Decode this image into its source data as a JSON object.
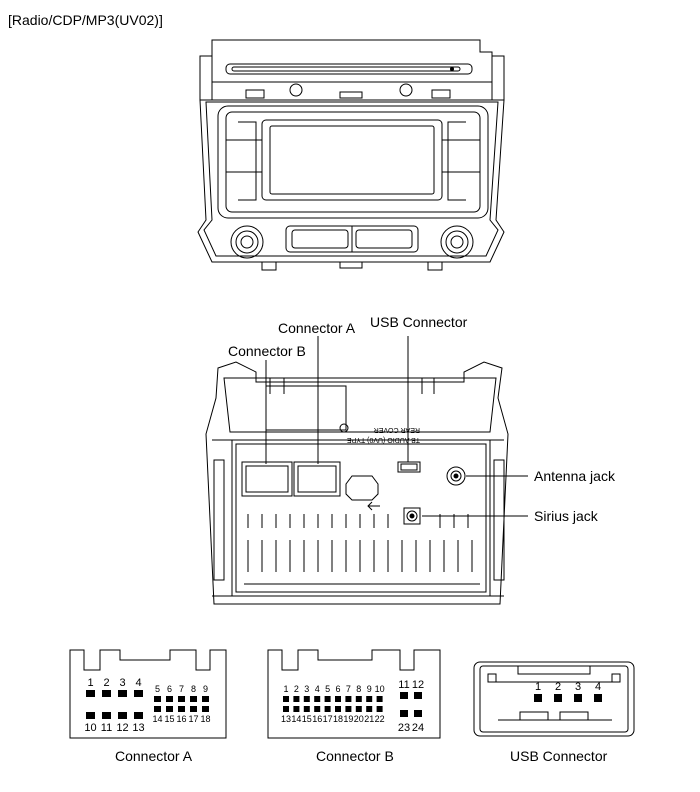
{
  "header": {
    "title": "[Radio/CDP/MP3(UV02)]"
  },
  "callouts": {
    "connector_a": "Connector A",
    "connector_b": "Connector B",
    "usb_connector": "USB Connector",
    "antenna_jack": "Antenna jack",
    "sirius_jack": "Sirius jack"
  },
  "back_cover_text": [
    "TB AUDIO (UV0) TYPE",
    "REAR COVER"
  ],
  "captions": {
    "connector_a": "Connector A",
    "connector_b": "Connector B",
    "usb_connector": "USB Connector"
  },
  "connector_a_pins": {
    "top_big": [
      "1",
      "2",
      "3",
      "4"
    ],
    "top_small": [
      "5",
      "6",
      "7",
      "8",
      "9"
    ],
    "bottom_big": [
      "10",
      "11",
      "12",
      "13"
    ],
    "bottom_small": [
      "14",
      "15",
      "16",
      "17",
      "18"
    ]
  },
  "connector_b_pins": {
    "top": [
      "1",
      "2",
      "3",
      "4",
      "5",
      "6",
      "7",
      "8",
      "9",
      "10"
    ],
    "top_right": [
      "11",
      "12"
    ],
    "bottom": [
      "13",
      "14",
      "15",
      "16",
      "17",
      "18",
      "19",
      "20",
      "21",
      "22"
    ],
    "bottom_right": [
      "23",
      "24"
    ]
  },
  "usb_pins": [
    "1",
    "2",
    "3",
    "4"
  ]
}
